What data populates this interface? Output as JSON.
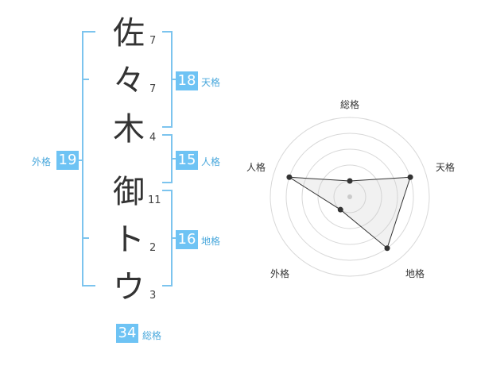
{
  "name": {
    "characters": [
      {
        "char": "佐",
        "strokes": "7"
      },
      {
        "char": "々",
        "strokes": "7"
      },
      {
        "char": "木",
        "strokes": "4"
      },
      {
        "char": "御",
        "strokes": "11"
      },
      {
        "char": "ト",
        "strokes": "2"
      },
      {
        "char": "ウ",
        "strokes": "3"
      }
    ]
  },
  "kaku": {
    "tenkaku": {
      "value": "18",
      "label": "天格"
    },
    "jinkaku": {
      "value": "15",
      "label": "人格"
    },
    "chikaku": {
      "value": "16",
      "label": "地格"
    },
    "gaikaku": {
      "value": "19",
      "label": "外格"
    },
    "soukaku": {
      "value": "34",
      "label": "総格"
    }
  },
  "chart_data": {
    "type": "radar",
    "axes": [
      "総格",
      "天格",
      "地格",
      "外格",
      "人格"
    ],
    "values": [
      1,
      4,
      4,
      1,
      4
    ],
    "max": 5,
    "rings": 5
  },
  "colors": {
    "accent": "#6ec3f4",
    "accent_text": "#4aa8dc",
    "bracket": "#7cc4ee"
  }
}
